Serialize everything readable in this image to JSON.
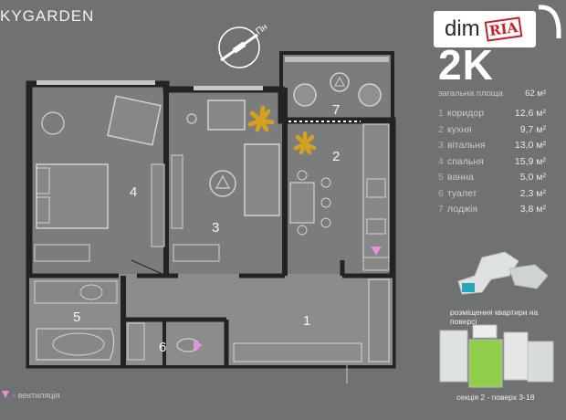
{
  "brand": "KYGARDEN",
  "logo": {
    "dim": "dim",
    "ria": "RIA"
  },
  "compass": {
    "label": "Пн"
  },
  "apartment": {
    "type": "2K",
    "total_label": "загальна площа",
    "total_value": "62 м²",
    "rooms": [
      {
        "number": "1",
        "name": "коридор",
        "area": "12,6 м²"
      },
      {
        "number": "2",
        "name": "кухня",
        "area": "9,7 м²"
      },
      {
        "number": "3",
        "name": "вітальня",
        "area": "13,0 м²"
      },
      {
        "number": "4",
        "name": "спальня",
        "area": "15,9 м²"
      },
      {
        "number": "5",
        "name": "ванна",
        "area": "5,0 м²"
      },
      {
        "number": "6",
        "name": "туалет",
        "area": "2,3 м²"
      },
      {
        "number": "7",
        "name": "лоджія",
        "area": "3,8 м²"
      }
    ]
  },
  "plan_labels": {
    "r1": "1",
    "r2": "2",
    "r3": "3",
    "r4": "4",
    "r5": "5",
    "r6": "6",
    "r7": "7"
  },
  "floor_location_caption": "розміщення квартири на поверсі",
  "section_caption": "секція 2 - поверх 3-18",
  "legend_vent": "- вентиляція",
  "colors": {
    "background": "#6f7271",
    "wall": "#232323",
    "accent_vent": "#e48fe0",
    "plant": "#d4a020",
    "highlight": "#8fcf4a",
    "teal": "#29a6b8"
  }
}
